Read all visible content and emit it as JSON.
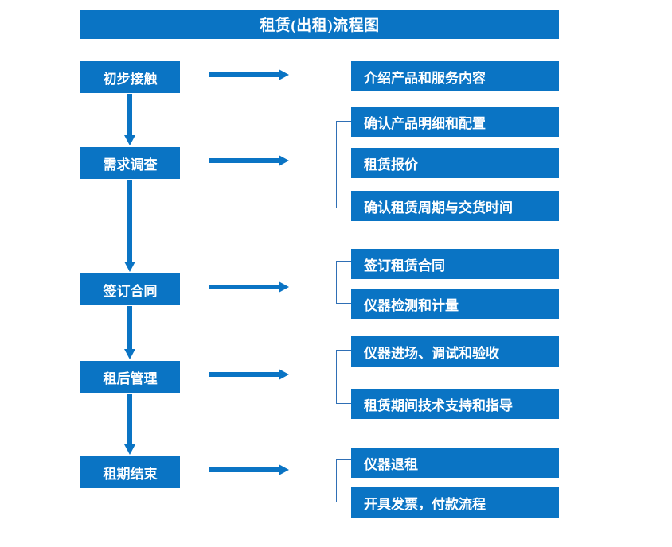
{
  "diagram": {
    "title": "租赁(出租)流程图",
    "theme_color": "#0a74c4",
    "connector_color": "#0a74c4",
    "bracket_color": "#2f6fb5",
    "stages": [
      {
        "label": "初步接触",
        "arrow": "arrow-right",
        "details": [
          "介绍产品和服务内容"
        ]
      },
      {
        "label": "需求调查",
        "arrow": "arrow-right",
        "details": [
          "确认产品明细和配置",
          "租赁报价",
          "确认租赁周期与交货时间"
        ]
      },
      {
        "label": "签订合同",
        "arrow": "arrow-right",
        "details": [
          "签订租赁合同",
          "仪器检测和计量"
        ]
      },
      {
        "label": "租后管理",
        "arrow": "arrow-right",
        "details": [
          "仪器进场、调试和验收",
          "租赁期间技术支持和指导"
        ]
      },
      {
        "label": "租期结束",
        "arrow": "arrow-right",
        "details": [
          "仪器退租",
          "开具发票，付款流程"
        ]
      }
    ],
    "flow_arrows": [
      "arrow-down",
      "arrow-down",
      "arrow-down",
      "arrow-down"
    ]
  }
}
